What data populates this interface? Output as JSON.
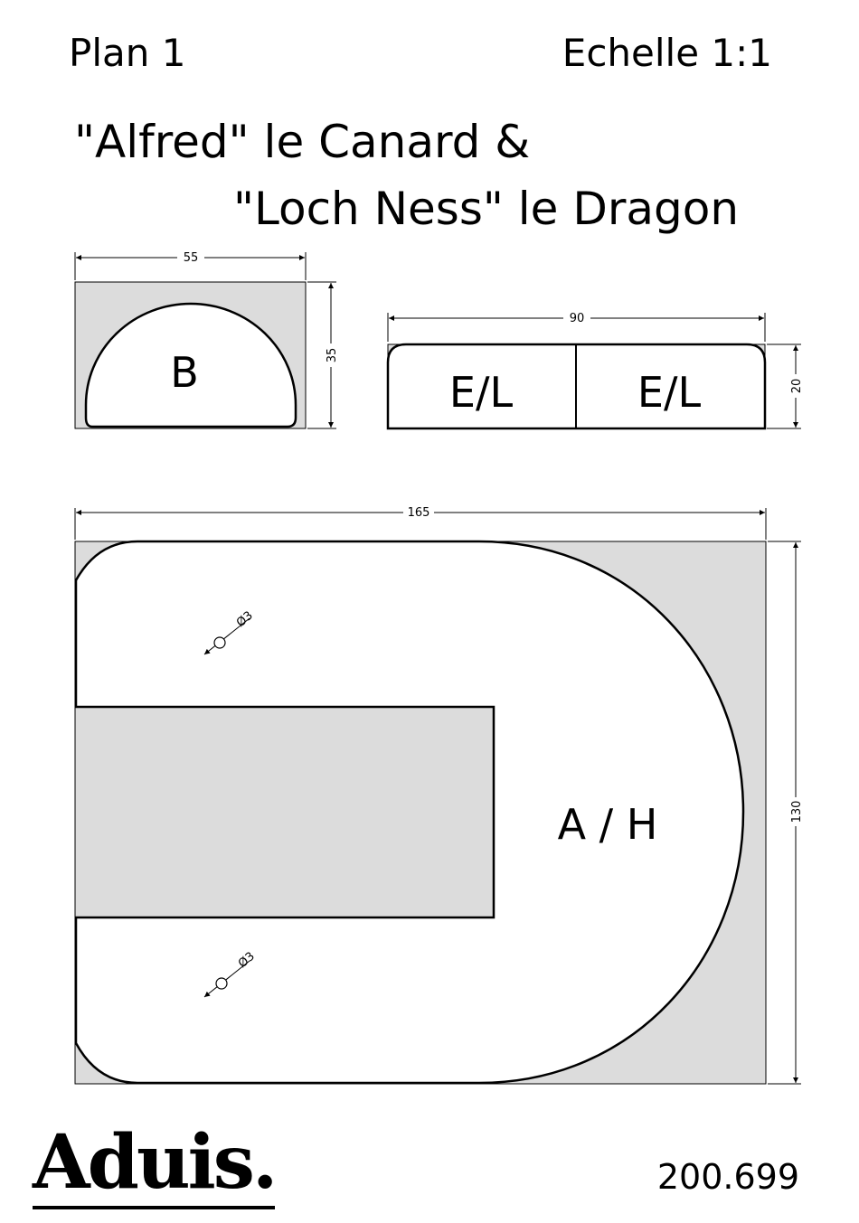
{
  "header": {
    "plan": "Plan 1",
    "scale": "Echelle 1:1"
  },
  "title": {
    "line1": "\"Alfred\" le Canard &",
    "line2": "\"Loch Ness\" le Dragon"
  },
  "parts": {
    "b": {
      "label": "B",
      "width_dim": "55",
      "height_dim": "35"
    },
    "el": {
      "label_left": "E/L",
      "label_right": "E/L",
      "width_dim": "90",
      "height_dim": "20"
    },
    "ah": {
      "label": "A / H",
      "width_dim": "165",
      "height_dim": "130",
      "hole_top": "Ø3",
      "hole_bottom": "Ø3"
    }
  },
  "footer": {
    "brand": "Aduis.",
    "reference": "200.699"
  },
  "colors": {
    "stock_fill": "#dcdcdc",
    "line": "#000000",
    "paper": "#ffffff"
  }
}
